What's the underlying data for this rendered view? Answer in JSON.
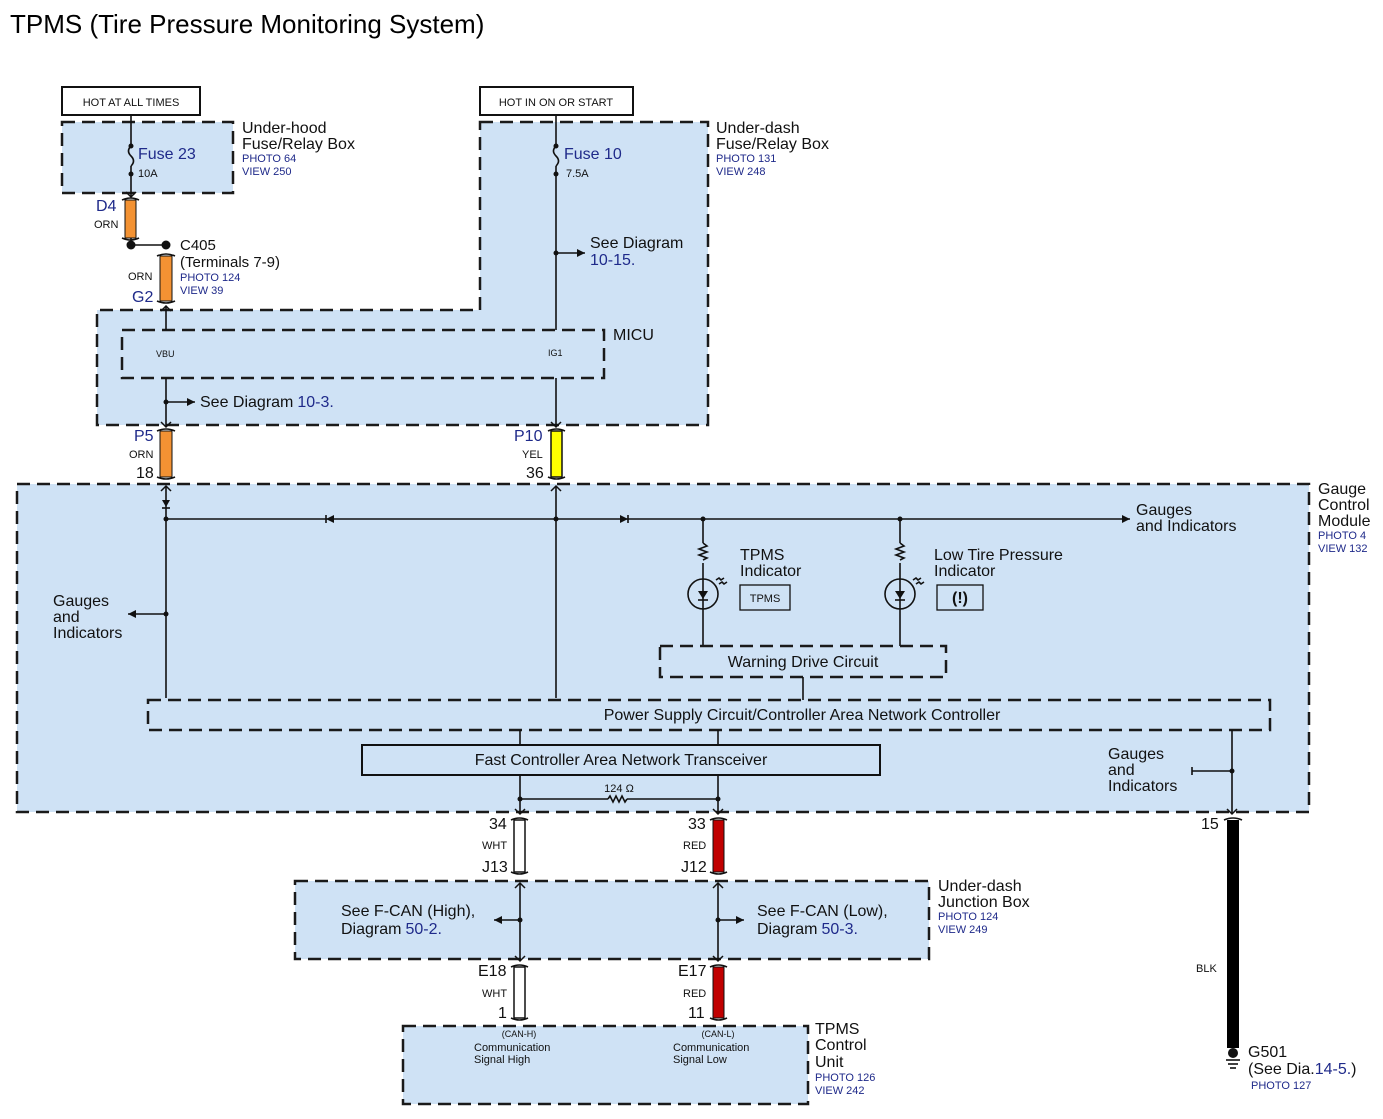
{
  "title": "TPMS (Tire Pressure Monitoring System)",
  "power_sources": [
    {
      "label": "HOT AT ALL TIMES"
    },
    {
      "label": "HOT IN ON OR START"
    }
  ],
  "underhood_box": {
    "name_line1": "Under-hood",
    "name_line2": "Fuse/Relay Box",
    "photo": "PHOTO 64",
    "view": "VIEW 250",
    "fuse": "Fuse 23",
    "rating": "10A"
  },
  "underdash_fuse_box": {
    "name_line1": "Under-dash",
    "name_line2": "Fuse/Relay Box",
    "photo": "PHOTO 131",
    "view": "VIEW 248",
    "fuse": "Fuse 10",
    "rating": "7.5A",
    "see_diagram_prefix": "See Diagram",
    "see_diagram_ref": "10-15."
  },
  "connectors": {
    "d4": {
      "terminal": "D4",
      "color": "ORN"
    },
    "c405": {
      "name": "C405",
      "note": "(Terminals 7-9)",
      "photo": "PHOTO 124",
      "view": "VIEW 39"
    },
    "g2": {
      "terminal": "G2",
      "color": "ORN"
    },
    "p5": {
      "terminal": "P5",
      "color": "ORN",
      "pin": "18"
    },
    "p10": {
      "terminal": "P10",
      "color": "YEL",
      "pin": "36"
    },
    "j13": {
      "pin": "34",
      "color": "WHT",
      "terminal": "J13"
    },
    "j12": {
      "pin": "33",
      "color": "RED",
      "terminal": "J12"
    },
    "e18": {
      "terminal": "E18",
      "color": "WHT",
      "pin": "1"
    },
    "e17": {
      "terminal": "E17",
      "color": "RED",
      "pin": "11"
    },
    "gnd": {
      "pin": "15",
      "color": "BLK"
    }
  },
  "micu": {
    "name": "MICU",
    "pin_left": "VBU",
    "pin_right": "IG1",
    "see_diagram_prefix": "See Diagram",
    "see_diagram_ref": "10-3."
  },
  "gauge_module": {
    "name_line1": "Gauge",
    "name_line2": "Control",
    "name_line3": "Module",
    "photo": "PHOTO 4",
    "view": "VIEW 132",
    "gauges_right_1": "Gauges",
    "gauges_right_2": "and Indicators",
    "gauges_left": [
      "Gauges",
      "and",
      "Indicators"
    ],
    "gauges_lower": [
      "Gauges",
      "and",
      "Indicators"
    ],
    "tpms_indicator": [
      "TPMS",
      "Indicator"
    ],
    "tpms_badge": "TPMS",
    "low_tire_indicator": [
      "Low Tire Pressure",
      "Indicator"
    ],
    "low_tire_badge": "(!)",
    "warning_drive": "Warning Drive Circuit",
    "power_supply": "Power Supply Circuit/Controller Area Network Controller",
    "transceiver": "Fast Controller Area Network Transceiver",
    "resistor": "124 Ω"
  },
  "junction_box": {
    "name_line1": "Under-dash",
    "name_line2": "Junction Box",
    "photo": "PHOTO 124",
    "view": "VIEW 249",
    "fcan_high_1": "See F-CAN (High),",
    "fcan_high_2_prefix": "Diagram",
    "fcan_high_2_ref": "50-2.",
    "fcan_low_1": "See F-CAN (Low),",
    "fcan_low_2_prefix": "Diagram",
    "fcan_low_2_ref": "50-3."
  },
  "tpms_unit": {
    "name_line1": "TPMS",
    "name_line2": "Control",
    "name_line3": "Unit",
    "photo": "PHOTO 126",
    "view": "VIEW 242",
    "can_h": [
      "(CAN-H)",
      "Communication",
      "Signal High"
    ],
    "can_l": [
      "(CAN-L)",
      "Communication",
      "Signal Low"
    ]
  },
  "ground": {
    "name": "G501",
    "see_prefix": "(See Dia.",
    "see_ref": "14-5.",
    "see_suffix": ")",
    "photo": "PHOTO 127"
  },
  "wire_colors": {
    "ORN": "#f39233",
    "YEL": "#ffff00",
    "WHT": "#ffffff",
    "RED": "#c00000",
    "BLK": "#000000",
    "box_fill": "#cfe2f5",
    "ref_blue": "#1f2a8a"
  }
}
